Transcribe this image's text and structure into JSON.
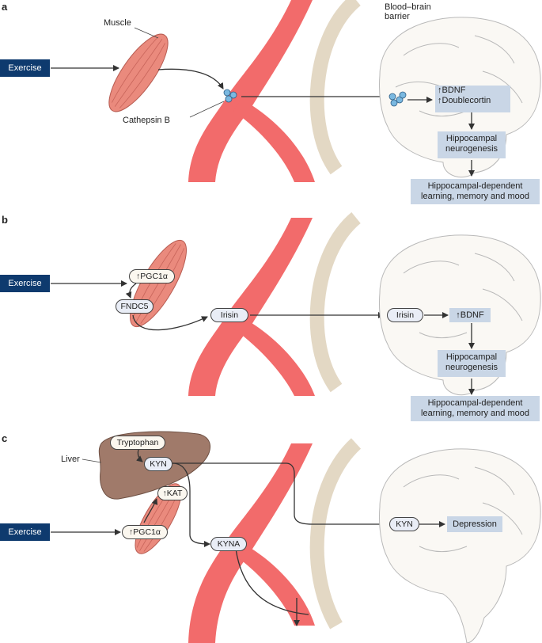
{
  "panels": {
    "a": {
      "label": "a",
      "exercise": "Exercise",
      "muscle": "Muscle",
      "cathepsin": "Cathepsin B",
      "bbb": "Blood–brain\nbarrier",
      "bdnf_lines": [
        "↑BDNF",
        "↑Doublecortin"
      ],
      "neuro": [
        "Hippocampal",
        "neurogenesis"
      ],
      "outcome": [
        "Hippocampal-dependent",
        "learning, memory and mood"
      ]
    },
    "b": {
      "label": "b",
      "exercise": "Exercise",
      "pgc": "↑PGC1α",
      "fndc5": "FNDC5",
      "irisin_blood": "Irisin",
      "irisin_brain": "Irisin",
      "bdnf": "↑BDNF",
      "neuro": [
        "Hippocampal",
        "neurogenesis"
      ],
      "outcome": [
        "Hippocampal-dependent",
        "learning, memory and mood"
      ]
    },
    "c": {
      "label": "c",
      "exercise": "Exercise",
      "liver": "Liver",
      "tryptophan": "Tryptophan",
      "kyn_liver": "KYN",
      "kat": "↑KAT",
      "pgc": "↑PGC1α",
      "kyna": "KYNA",
      "kyn_brain": "KYN",
      "depression": "Depression"
    }
  },
  "colors": {
    "vessel": "#f26b6b",
    "barrier": "#e3d8c4",
    "muscle": "#ea8a7d",
    "liver": "#a07a6a",
    "exercise_bg": "#0e3a6e",
    "box_bg": "#c9d6e6",
    "brain_outline": "#b9b9b9"
  }
}
